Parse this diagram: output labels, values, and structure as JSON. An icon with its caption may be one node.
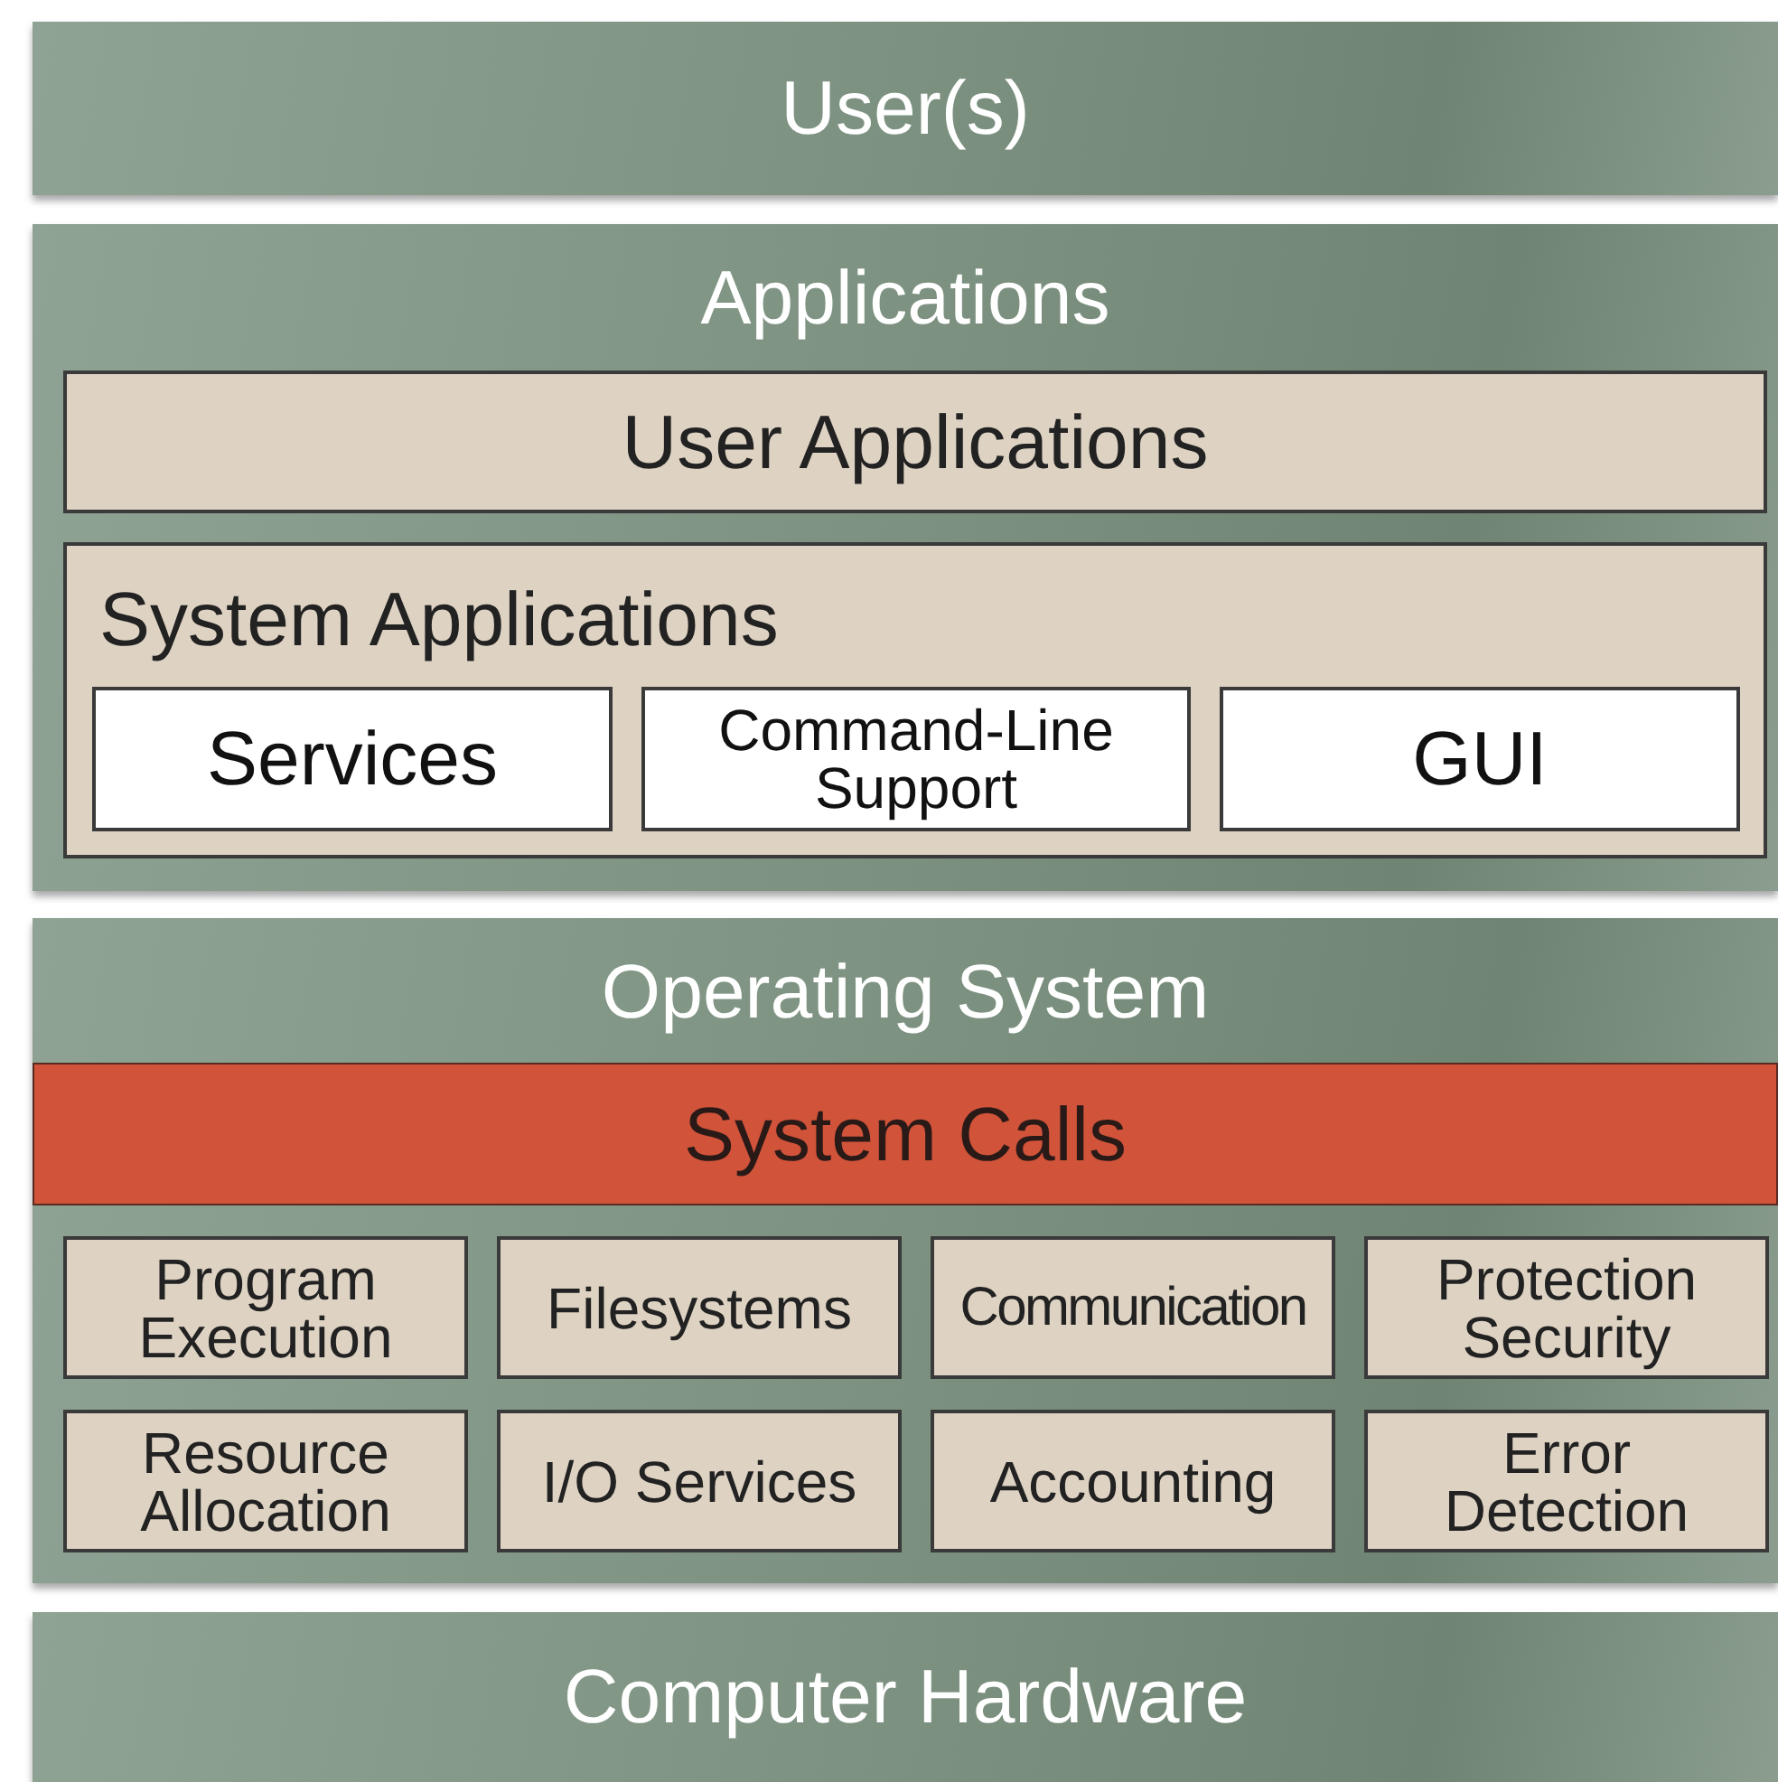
{
  "diagram": {
    "nodes": [
      {
        "text": [
          "User(s)"
        ]
      },
      {
        "text": [
          "Applications"
        ]
      },
      {
        "text": [
          "User Applications"
        ],
        "in": 1
      },
      {
        "text": [
          "System Applications"
        ],
        "in": 1
      },
      {
        "text": [
          "Services"
        ],
        "in": 3
      },
      {
        "text": [
          "Command-Line Support"
        ],
        "in": 3
      },
      {
        "text": [
          "GUI"
        ],
        "in": 3
      },
      {
        "text": [
          "Operating System"
        ]
      },
      {
        "text": [
          "System Calls"
        ],
        "in": 7
      },
      {
        "text": [
          "Program Execution"
        ],
        "in": 7
      },
      {
        "text": [
          "Filesystems"
        ],
        "in": 7
      },
      {
        "text": [
          "Communication"
        ],
        "in": 7
      },
      {
        "text": [
          "Protection Security"
        ],
        "in": 7
      },
      {
        "text": [
          "Resource Allocation"
        ],
        "in": 7
      },
      {
        "text": [
          "I/O Services"
        ],
        "in": 7
      },
      {
        "text": [
          "Accounting"
        ],
        "in": 7
      },
      {
        "text": [
          "Error Detection"
        ],
        "in": 7
      },
      {
        "text": [
          "Computer Hardware"
        ]
      }
    ]
  }
}
